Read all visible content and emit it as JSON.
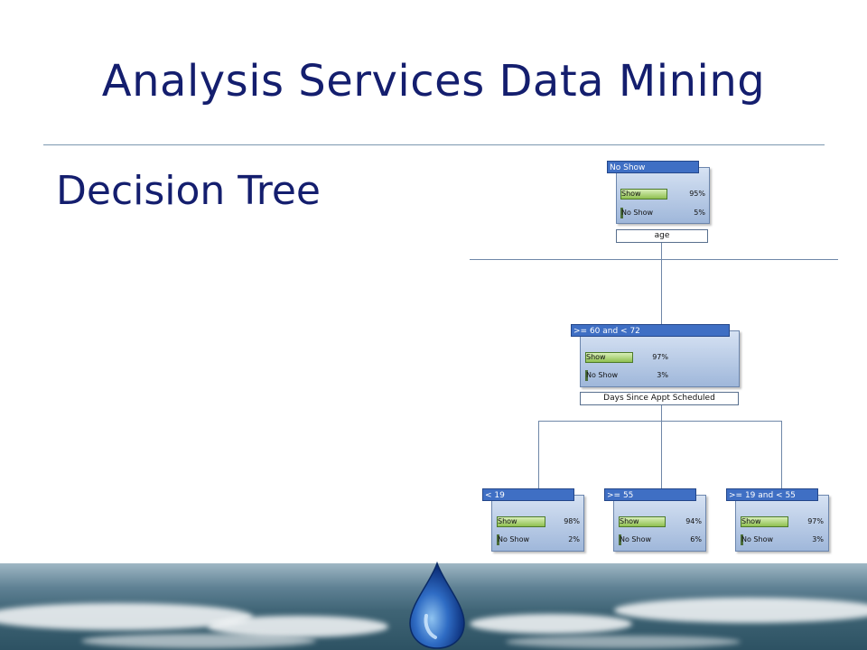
{
  "slide": {
    "title": "Analysis Services Data Mining",
    "subtitle": "Decision Tree"
  },
  "tree": {
    "root": {
      "label": "No Show",
      "rows": [
        {
          "label": "Show",
          "value": 95,
          "text": "95%"
        },
        {
          "label": "No Show",
          "value": 5,
          "text": "5%"
        }
      ],
      "split": "age"
    },
    "middle": {
      "label": ">= 60 and < 72",
      "rows": [
        {
          "label": "Show",
          "value": 97,
          "text": "97%"
        },
        {
          "label": "No Show",
          "value": 3,
          "text": "3%"
        }
      ],
      "split": "Days Since Appt Scheduled"
    },
    "leaves": [
      {
        "label": "< 19",
        "rows": [
          {
            "label": "Show",
            "value": 98,
            "text": "98%"
          },
          {
            "label": "No Show",
            "value": 2,
            "text": "2%"
          }
        ]
      },
      {
        "label": ">= 55",
        "rows": [
          {
            "label": "Show",
            "value": 94,
            "text": "94%"
          },
          {
            "label": "No Show",
            "value": 6,
            "text": "6%"
          }
        ]
      },
      {
        "label": ">= 19 and < 55",
        "rows": [
          {
            "label": "Show",
            "value": 97,
            "text": "97%"
          },
          {
            "label": "No Show",
            "value": 3,
            "text": "3%"
          }
        ]
      }
    ]
  },
  "colors": {
    "title": "#141e6e",
    "node_header": "#3f6fc4",
    "bar_fill": "#8fc050"
  },
  "icons": {
    "footer": "water-drop-icon"
  }
}
